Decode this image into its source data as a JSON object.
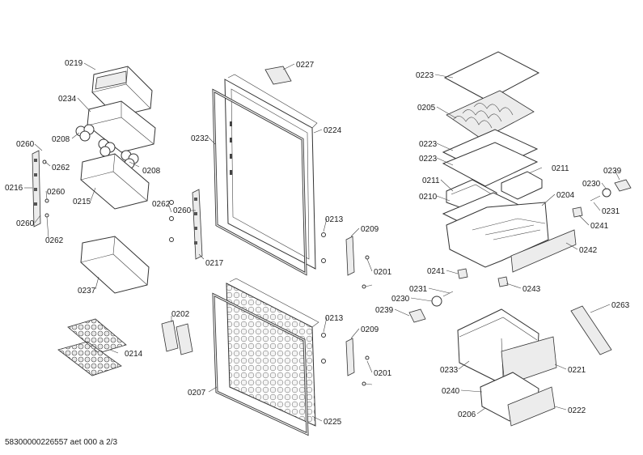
{
  "footer": "58300000226557 aet 000 a 2/3",
  "labels": [
    {
      "id": "l0219a",
      "text": "0219"
    },
    {
      "id": "l0234",
      "text": "0234"
    },
    {
      "id": "l0208a",
      "text": "0208"
    },
    {
      "id": "l0208b",
      "text": "0208"
    },
    {
      "id": "l0260a",
      "text": "0260"
    },
    {
      "id": "l0262a",
      "text": "0262"
    },
    {
      "id": "l0216",
      "text": "0216"
    },
    {
      "id": "l0260b",
      "text": "0260"
    },
    {
      "id": "l0215",
      "text": "0215"
    },
    {
      "id": "l0260c",
      "text": "0260"
    },
    {
      "id": "l0262b",
      "text": "0262"
    },
    {
      "id": "l0262c",
      "text": "0262"
    },
    {
      "id": "l0260d",
      "text": "0260"
    },
    {
      "id": "l0217",
      "text": "0217"
    },
    {
      "id": "l0237",
      "text": "0237"
    },
    {
      "id": "l0227",
      "text": "0227"
    },
    {
      "id": "l0232",
      "text": "0232"
    },
    {
      "id": "l0224",
      "text": "0224"
    },
    {
      "id": "l0213a",
      "text": "0213"
    },
    {
      "id": "l0209a",
      "text": "0209"
    },
    {
      "id": "l0201a",
      "text": "0201"
    },
    {
      "id": "l0202",
      "text": "0202"
    },
    {
      "id": "l0214",
      "text": "0214"
    },
    {
      "id": "l0213b",
      "text": "0213"
    },
    {
      "id": "l0209b",
      "text": "0209"
    },
    {
      "id": "l0201b",
      "text": "0201"
    },
    {
      "id": "l0207",
      "text": "0207"
    },
    {
      "id": "l0225",
      "text": "0225"
    },
    {
      "id": "l0223a",
      "text": "0223"
    },
    {
      "id": "l0205",
      "text": "0205"
    },
    {
      "id": "l0223b",
      "text": "0223"
    },
    {
      "id": "l0223c",
      "text": "0223"
    },
    {
      "id": "l0211a",
      "text": "0211"
    },
    {
      "id": "l0211b",
      "text": "0211"
    },
    {
      "id": "l0210",
      "text": "0210"
    },
    {
      "id": "l0204",
      "text": "0204"
    },
    {
      "id": "l0239a",
      "text": "0239"
    },
    {
      "id": "l0230a",
      "text": "0230"
    },
    {
      "id": "l0231a",
      "text": "0231"
    },
    {
      "id": "l0241a",
      "text": "0241"
    },
    {
      "id": "l0242",
      "text": "0242"
    },
    {
      "id": "l0241b",
      "text": "0241"
    },
    {
      "id": "l0243",
      "text": "0243"
    },
    {
      "id": "l0231b",
      "text": "0231"
    },
    {
      "id": "l0230b",
      "text": "0230"
    },
    {
      "id": "l0239b",
      "text": "0239"
    },
    {
      "id": "l0263",
      "text": "0263"
    },
    {
      "id": "l0233",
      "text": "0233"
    },
    {
      "id": "l0221",
      "text": "0221"
    },
    {
      "id": "l0240",
      "text": "0240"
    },
    {
      "id": "l0206",
      "text": "0206"
    },
    {
      "id": "l0222",
      "text": "0222"
    }
  ]
}
